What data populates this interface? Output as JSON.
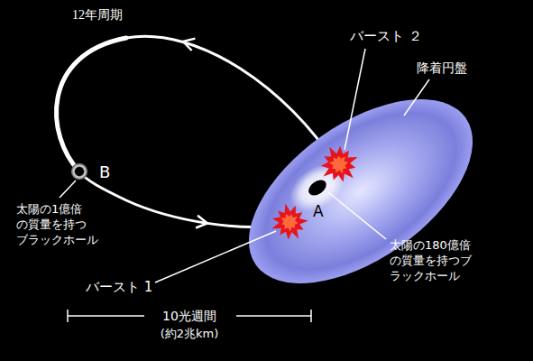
{
  "diagram": {
    "labels": [
      "12年周期",
      "バースト ２",
      "降着円盤",
      "B",
      "A",
      "太陽の1億倍 の質量を持つ ブラックホール",
      "太陽の180億倍 の質量を持つブ ラックホール",
      "バースト 1",
      "10光週間",
      "(約2兆km)"
    ]
  }
}
